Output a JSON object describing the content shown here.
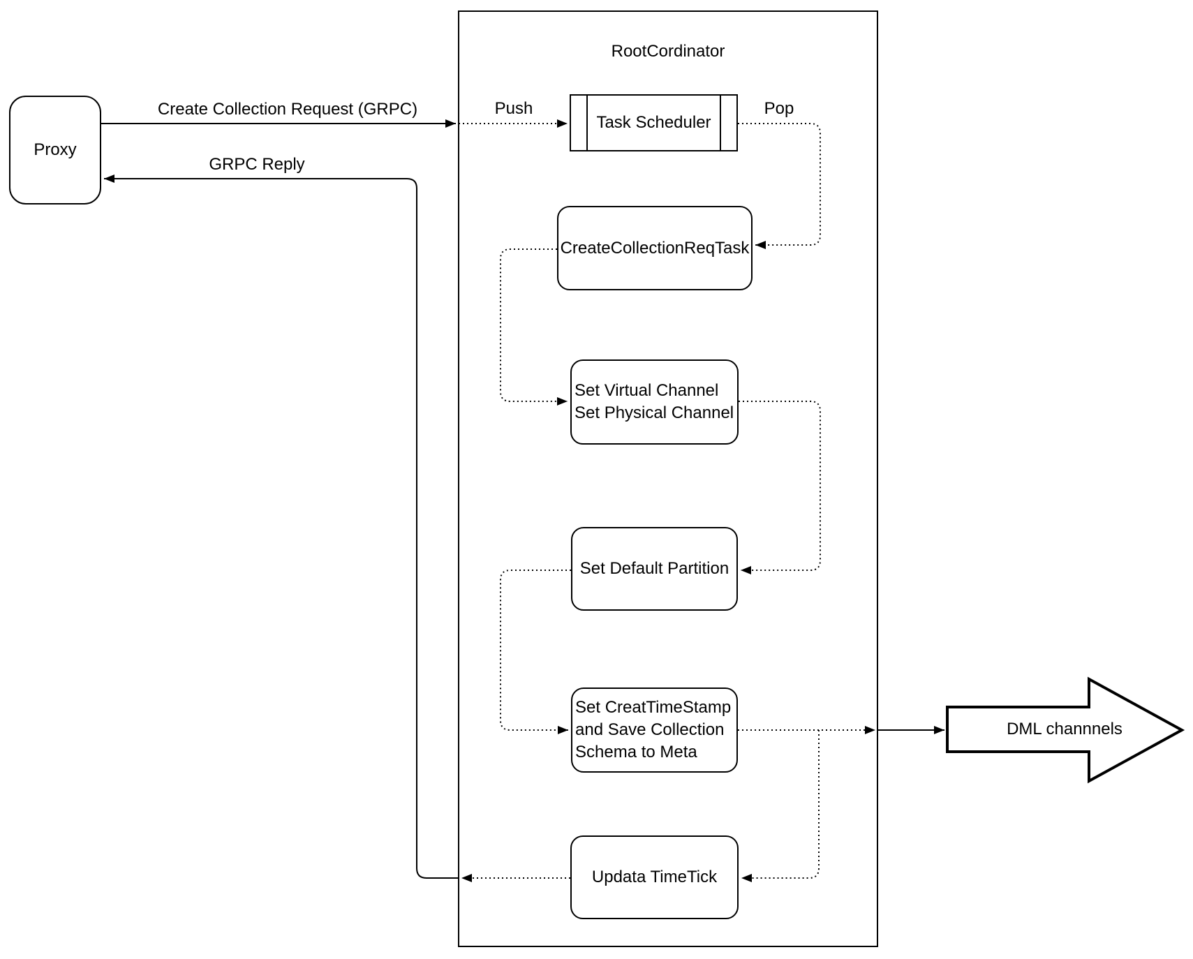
{
  "diagram": {
    "title": "RootCordinator",
    "nodes": {
      "proxy": {
        "label": "Proxy"
      },
      "task_scheduler": {
        "label": "Task Scheduler"
      },
      "create_collection_req_task": {
        "label": "CreateCollectionReqTask"
      },
      "set_channels": {
        "line1": "Set Virtual Channel",
        "line2": "Set Physical Channel"
      },
      "set_default_partition": {
        "label": "Set Default Partition"
      },
      "set_creat_timestamp": {
        "line1": "Set CreatTimeStamp",
        "line2": "and Save Collection",
        "line3": "Schema to Meta"
      },
      "updata_timetick": {
        "label": "Updata TimeTick"
      },
      "dml_channels": {
        "label": "DML channnels"
      }
    },
    "edges": {
      "create_collection_request": {
        "label": "Create Collection Request (GRPC)",
        "style": "solid"
      },
      "grpc_reply": {
        "label": "GRPC Reply",
        "style": "solid"
      },
      "push": {
        "label": "Push",
        "style": "dotted"
      },
      "pop": {
        "label": "Pop",
        "style": "dotted"
      }
    },
    "colors": {
      "stroke": "#000000",
      "fill": "#ffffff",
      "background": "#ffffff"
    }
  }
}
